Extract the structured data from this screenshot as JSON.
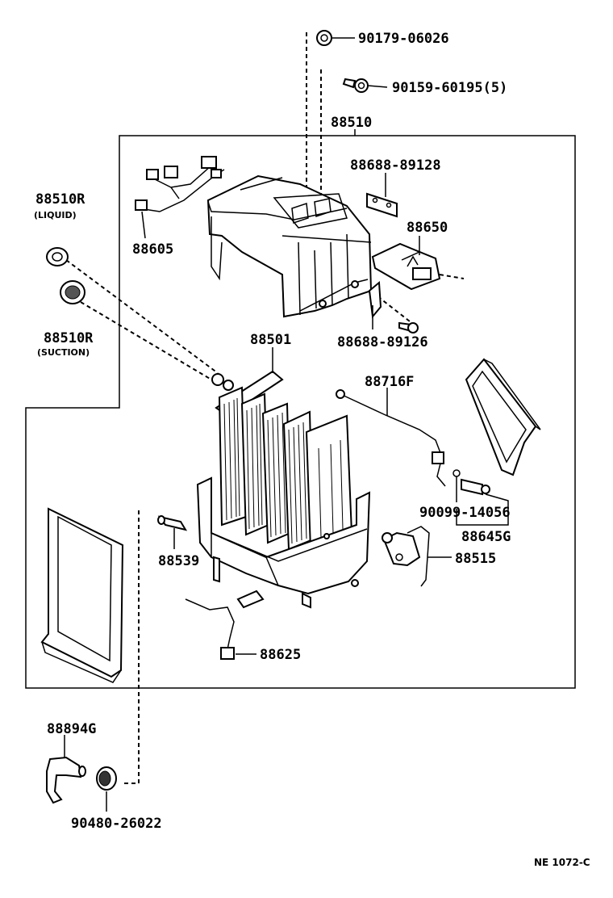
{
  "labels": {
    "p90179": "90179-06026",
    "p90159": "90159-60195(5)",
    "p88510": "88510",
    "p88688_89128": "88688-89128",
    "p88510r_liquid": "88510R",
    "liquid_note": "(LIQUID)",
    "p88650": "88650",
    "p88605": "88605",
    "p88510r_suction": "88510R",
    "suction_note": "(SUCTION)",
    "p88688_89126": "88688-89126",
    "p88501": "88501",
    "p88716f": "88716F",
    "p90099": "90099-14056",
    "p88645g": "88645G",
    "p88515": "88515",
    "p88539": "88539",
    "p88625": "88625",
    "p88894g": "88894G",
    "p90480": "90480-26022"
  },
  "footer": {
    "code": "NE 1072-C"
  }
}
